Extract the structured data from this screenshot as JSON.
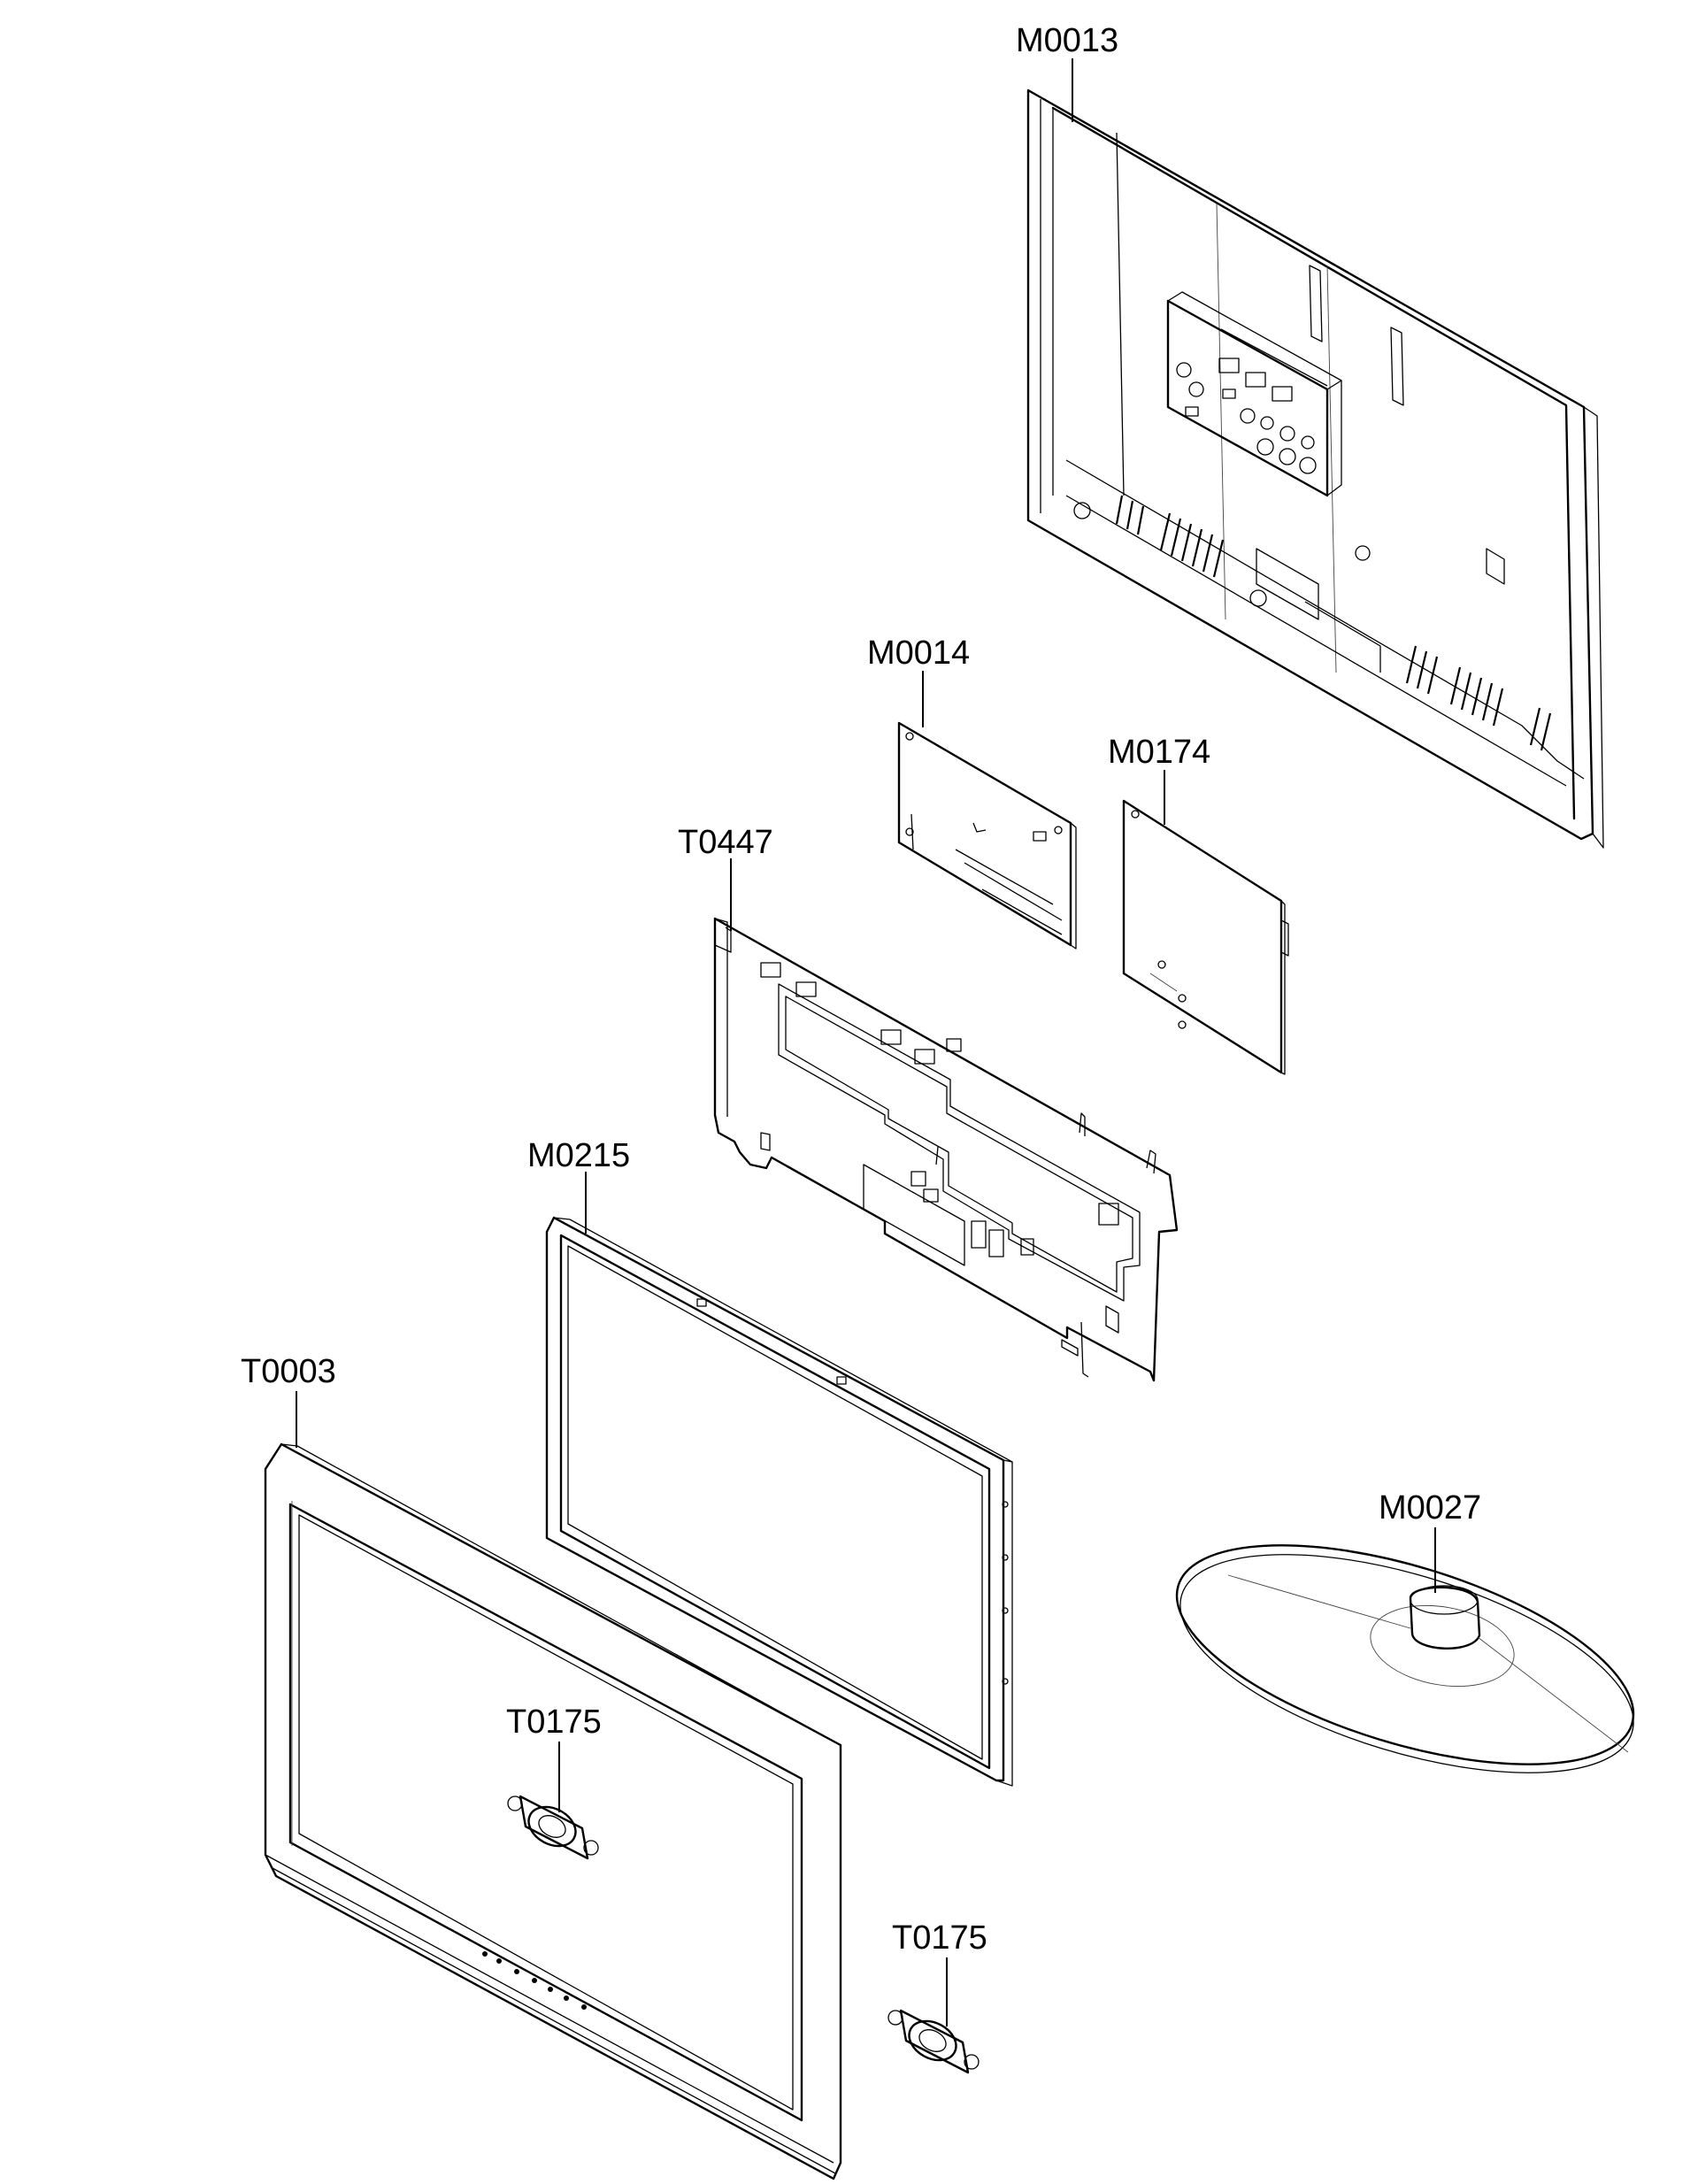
{
  "diagram": {
    "parts": [
      {
        "id": "rear-cover",
        "label": "M0013"
      },
      {
        "id": "main-board",
        "label": "M0014"
      },
      {
        "id": "power-board",
        "label": "M0174"
      },
      {
        "id": "bracket-frame",
        "label": "T0447"
      },
      {
        "id": "lcd-panel",
        "label": "M0215"
      },
      {
        "id": "front-bezel",
        "label": "T0003"
      },
      {
        "id": "speaker-left",
        "label": "T0175"
      },
      {
        "id": "speaker-right",
        "label": "T0175"
      },
      {
        "id": "stand-base",
        "label": "M0027"
      }
    ]
  }
}
